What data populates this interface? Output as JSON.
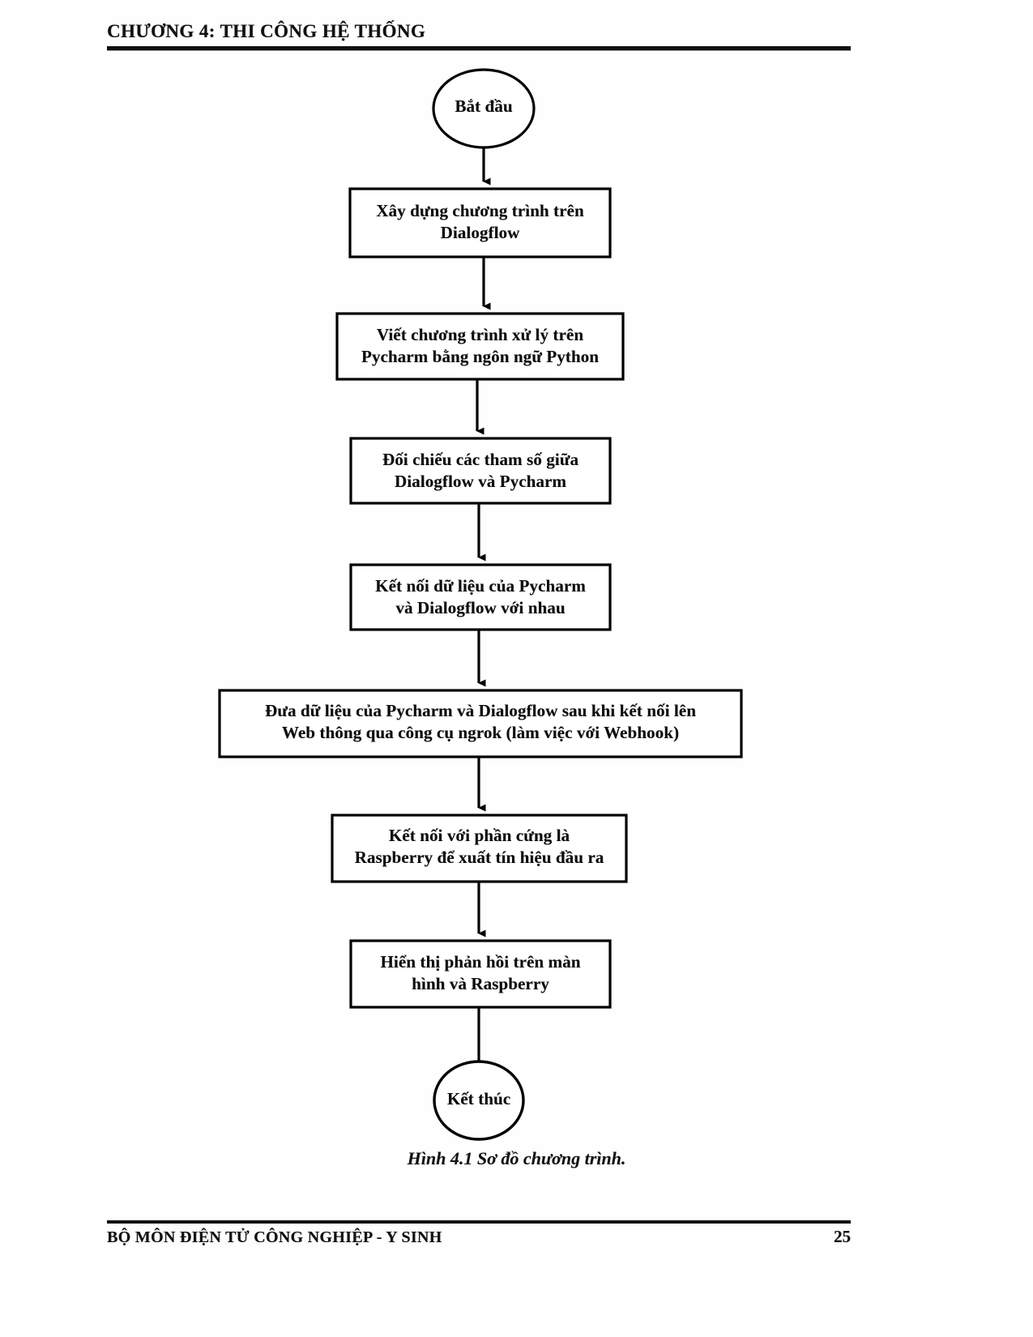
{
  "header": {
    "chapter_title": "CHƯƠNG 4: THI CÔNG HỆ THỐNG"
  },
  "figure": {
    "caption": "Hình 4.1 Sơ đồ chương trình."
  },
  "footer": {
    "department": "BỘ MÔN ĐIỆN TỬ CÔNG NGHIỆP - Y SINH",
    "page_number": "25"
  },
  "chart_data": {
    "type": "flowchart",
    "title": "Hình 4.1 Sơ đồ chương trình.",
    "orientation": "top-to-bottom",
    "stroke_color": "#000000",
    "fill_color": "#ffffff",
    "nodes": [
      {
        "id": "start",
        "shape": "ellipse",
        "label": "Bắt đầu"
      },
      {
        "id": "step1",
        "shape": "rectangle",
        "label": "Xây dựng chương trình trên\nDialogflow"
      },
      {
        "id": "step2",
        "shape": "rectangle",
        "label": "Viết chương trình xử lý trên\nPycharm bằng ngôn ngữ Python"
      },
      {
        "id": "step3",
        "shape": "rectangle",
        "label": "Đối chiếu các tham số giữa\nDialogflow và Pycharm"
      },
      {
        "id": "step4",
        "shape": "rectangle",
        "label": "Kết nối dữ liệu của Pycharm\nvà Dialogflow với nhau"
      },
      {
        "id": "step5",
        "shape": "rectangle",
        "label": "Đưa dữ liệu của Pycharm và Dialogflow sau khi kết nối lên\nWeb thông qua công cụ ngrok (làm việc với Webhook)"
      },
      {
        "id": "step6",
        "shape": "rectangle",
        "label": "Kết nối với phần cứng là\nRaspberry để xuất tín hiệu đầu ra"
      },
      {
        "id": "step7",
        "shape": "rectangle",
        "label": "Hiển thị phản hồi trên màn\nhình và Raspberry"
      },
      {
        "id": "end",
        "shape": "ellipse",
        "label": "Kết thúc"
      }
    ],
    "edges": [
      {
        "from": "start",
        "to": "step1",
        "arrow": "down"
      },
      {
        "from": "step1",
        "to": "step2",
        "arrow": "down"
      },
      {
        "from": "step2",
        "to": "step3",
        "arrow": "down"
      },
      {
        "from": "step3",
        "to": "step4",
        "arrow": "down"
      },
      {
        "from": "step4",
        "to": "step5",
        "arrow": "down"
      },
      {
        "from": "step5",
        "to": "step6",
        "arrow": "down"
      },
      {
        "from": "step6",
        "to": "step7",
        "arrow": "down"
      },
      {
        "from": "step7",
        "to": "end",
        "arrow": "down"
      }
    ]
  }
}
